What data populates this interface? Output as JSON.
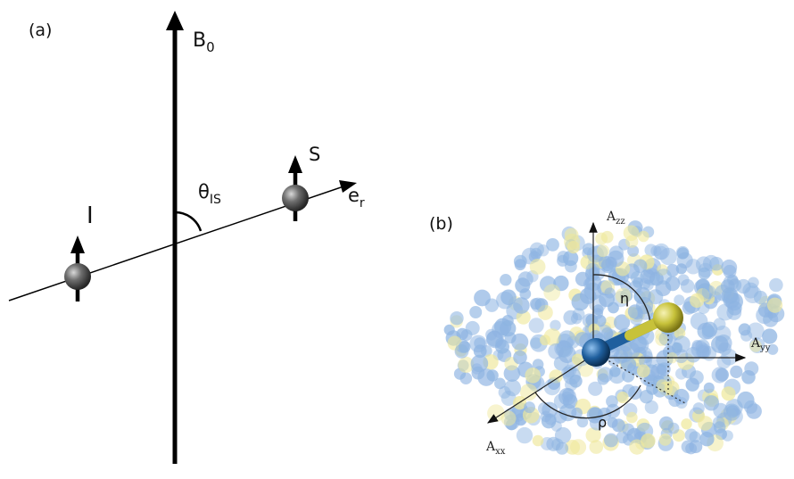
{
  "panel_a": {
    "label": "(a)",
    "field_label": "B",
    "field_sub": "0",
    "spin_i": "I",
    "spin_s": "S",
    "theta": "θ",
    "theta_sub": "IS",
    "vector_label": "e",
    "vector_sub": "r"
  },
  "panel_b": {
    "label": "(b)",
    "axis_z": "A",
    "axis_z_sub": "zz",
    "axis_y": "A",
    "axis_y_sub": "yy",
    "axis_x": "A",
    "axis_x_sub": "xx",
    "eta": "η",
    "rho": "ρ"
  },
  "colors": {
    "protein_blue": "#7aa7dd",
    "protein_yellow": "#ece48a",
    "atom_blue": "#1f5f9e",
    "atom_yellow": "#c7c23a",
    "spin_gray": "#5a5a5a"
  }
}
